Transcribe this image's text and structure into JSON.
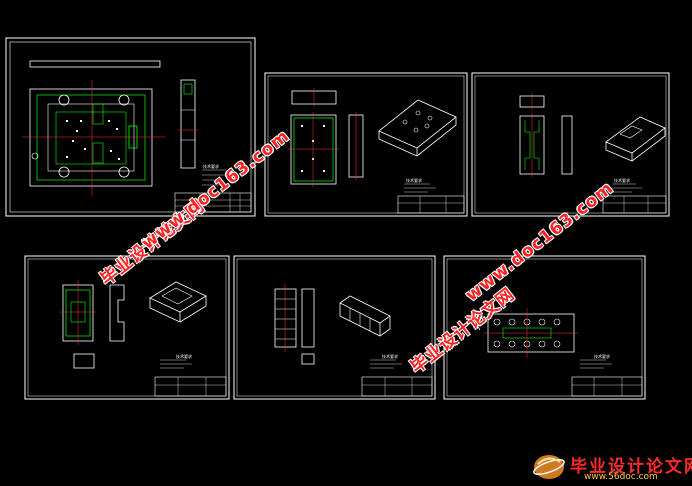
{
  "sheets": [
    {
      "tech_note": "技术要求",
      "title_block": ""
    },
    {
      "tech_note": "技术要求",
      "title_block": ""
    },
    {
      "tech_note": "技术要求",
      "title_block": ""
    },
    {
      "tech_note": "技术要求",
      "title_block": ""
    },
    {
      "tech_note": "技术要求",
      "title_block": ""
    },
    {
      "tech_note": "技术要求",
      "title_block": ""
    }
  ],
  "watermarks": {
    "site_cn": "毕业设计论文网",
    "site_url": "www.doc163.com"
  },
  "logo": {
    "text": "毕业设计论文网",
    "url": "www.56doc.com"
  },
  "colors": {
    "background": "#000000",
    "frame": "#ffffff",
    "part_outline": "#00ff00",
    "center_line": "#ff3030",
    "watermark": "#ff2222"
  }
}
